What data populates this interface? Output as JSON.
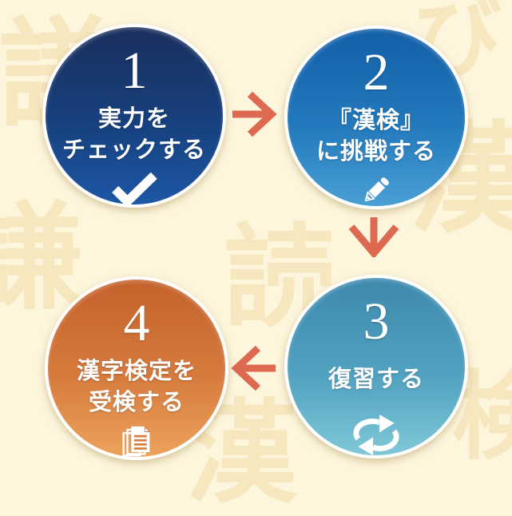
{
  "page": {
    "background_color": "#fdf6dd",
    "watermark_color": "#f6e7bf",
    "arrow_color": "#dd6950"
  },
  "watermark": {
    "chars": [
      {
        "char": "謙"
      },
      {
        "char": "び"
      },
      {
        "char": "漢"
      },
      {
        "char": "読"
      },
      {
        "char": "謙"
      },
      {
        "char": "漢"
      },
      {
        "char": "検"
      }
    ]
  },
  "steps": [
    {
      "number": "1",
      "lines": [
        "実力を",
        "チェックする"
      ],
      "icon": "check-icon",
      "color_top": "#1a2f5d",
      "color_bottom": "#1d57a5"
    },
    {
      "number": "2",
      "lines": [
        "『漢検』",
        "に挑戦する"
      ],
      "icon": "pencil-icon",
      "color_top": "#135fa8",
      "color_bottom": "#4aa0d4"
    },
    {
      "number": "3",
      "lines": [
        "復習する"
      ],
      "icon": "repeat-icon",
      "color_top": "#3d89ad",
      "color_bottom": "#7fc8d8"
    },
    {
      "number": "4",
      "lines": [
        "漢字検定を",
        "受検する"
      ],
      "icon": "documents-icon",
      "color_top": "#c4622c",
      "color_bottom": "#eda35c"
    }
  ],
  "arrows": [
    {
      "direction": "right",
      "from": "step-1",
      "to": "step-2"
    },
    {
      "direction": "down",
      "from": "step-2",
      "to": "step-3"
    },
    {
      "direction": "left",
      "from": "step-3",
      "to": "step-4"
    }
  ]
}
